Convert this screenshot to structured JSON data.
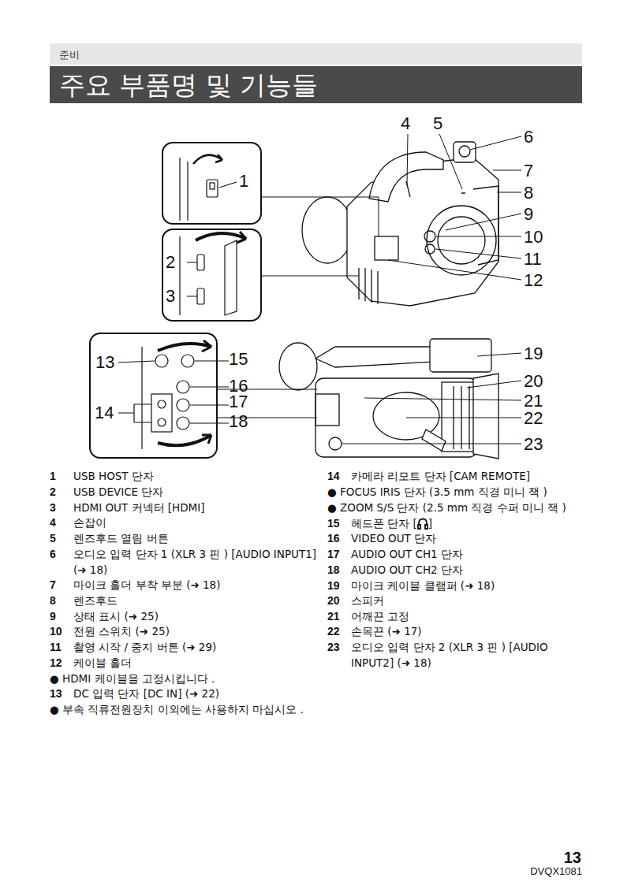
{
  "diagram": {
    "title": "주요 부품명 및 기능들",
    "nodes": [
      {
        "text": [
          "1"
        ]
      },
      {
        "text": [
          "2",
          "3"
        ]
      },
      {
        "text": [
          "13",
          "14",
          "15",
          "16",
          "17",
          "18"
        ]
      }
    ],
    "labels": [
      "준비",
      "4",
      "5",
      "6",
      "7",
      "8",
      "9",
      "10",
      "11",
      "12",
      "19",
      "20",
      "21",
      "22",
      "23",
      "1",
      "USB HOST 단자",
      "2",
      "USB DEVICE  단자",
      "3",
      "HDMI OUT 커넥터 [HDMI]",
      "4",
      "손잡이",
      "5",
      "렌즈후드 열림 버튼",
      "6",
      "오디오 입력 단자 1 (XLR 3 핀 ) [AUDIO INPUT1] (➜ 18)",
      "7",
      "마이크 홀더 부착 부분 (➜ 18)",
      "8",
      "렌즈후드",
      "9",
      "상태 표시 (➜ 25)",
      "10",
      "전원 스위치 (➜ 25)",
      "11",
      "촬영 시작 / 중지 버튼 (➜ 29)",
      "12",
      "케이블 홀더",
      "● HDMI 케이블을 고정시킵니다 .",
      "13",
      "DC 입력 단자 [DC IN] (➜ 22)",
      "● 부속 직류전원장치 이외에는 사용하지 마십시오 .",
      "14",
      "카메라 리모트 단자 [CAM REMOTE]",
      "● FOCUS IRIS 단자 (3.5 mm 직경 미니 잭 )",
      "● ZOOM S/S 단자 (2.5 mm 직경 수퍼 미니 잭 )",
      "15",
      "헤드폰 단자 [",
      "]",
      "16",
      "VIDEO OUT 단자",
      "17",
      "AUDIO OUT CH1 단자",
      "18",
      "AUDIO OUT CH2 단자",
      "19",
      "마이크 케이블 클램퍼 (➜ 18)",
      "20",
      "스피커",
      "21",
      "어깨끈 고정",
      "22",
      "손목끈 (➜ 17)",
      "23",
      "오디오 입력 단자 2 (XLR 3 핀 ) [AUDIO INPUT2] (➜ 18)",
      "13",
      "DVQX1081"
    ]
  }
}
